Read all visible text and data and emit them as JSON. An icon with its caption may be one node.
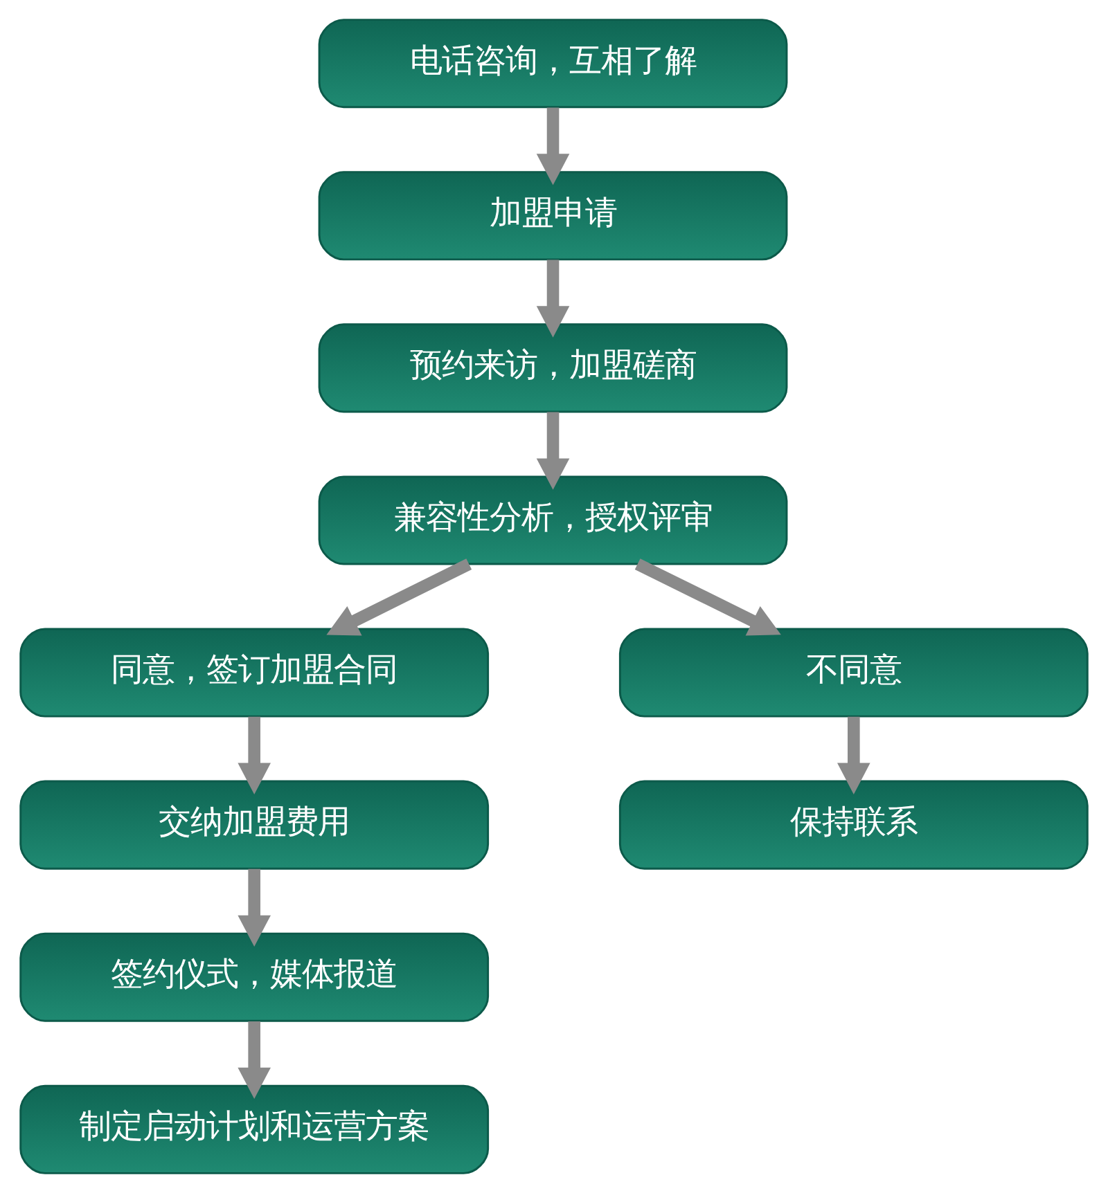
{
  "diagram": {
    "nodes": [
      {
        "text": [
          "电话咨询，互相了解"
        ]
      },
      {
        "text": [
          "加盟申请"
        ]
      },
      {
        "text": [
          "预约来访，加盟磋商"
        ]
      },
      {
        "text": [
          "兼容性分析，授权评审"
        ]
      },
      {
        "text": [
          "同意，签订加盟合同"
        ]
      },
      {
        "text": [
          "不同意"
        ]
      },
      {
        "text": [
          "交纳加盟费用"
        ]
      },
      {
        "text": [
          "保持联系"
        ]
      },
      {
        "text": [
          "签约仪式，媒体报道"
        ]
      },
      {
        "text": [
          "制定启动计划和运营方案"
        ]
      }
    ],
    "edges": [
      {
        "from": 0,
        "to": 1,
        "arrow": "to"
      },
      {
        "from": 1,
        "to": 2,
        "arrow": "to"
      },
      {
        "from": 2,
        "to": 3,
        "arrow": "to"
      },
      {
        "from": 3,
        "to": 4,
        "arrow": "to"
      },
      {
        "from": 3,
        "to": 5,
        "arrow": "to"
      },
      {
        "from": 4,
        "to": 6,
        "arrow": "to"
      },
      {
        "from": 5,
        "to": 7,
        "arrow": "to"
      },
      {
        "from": 6,
        "to": 8,
        "arrow": "to"
      },
      {
        "from": 8,
        "to": 9,
        "arrow": "to"
      }
    ]
  }
}
